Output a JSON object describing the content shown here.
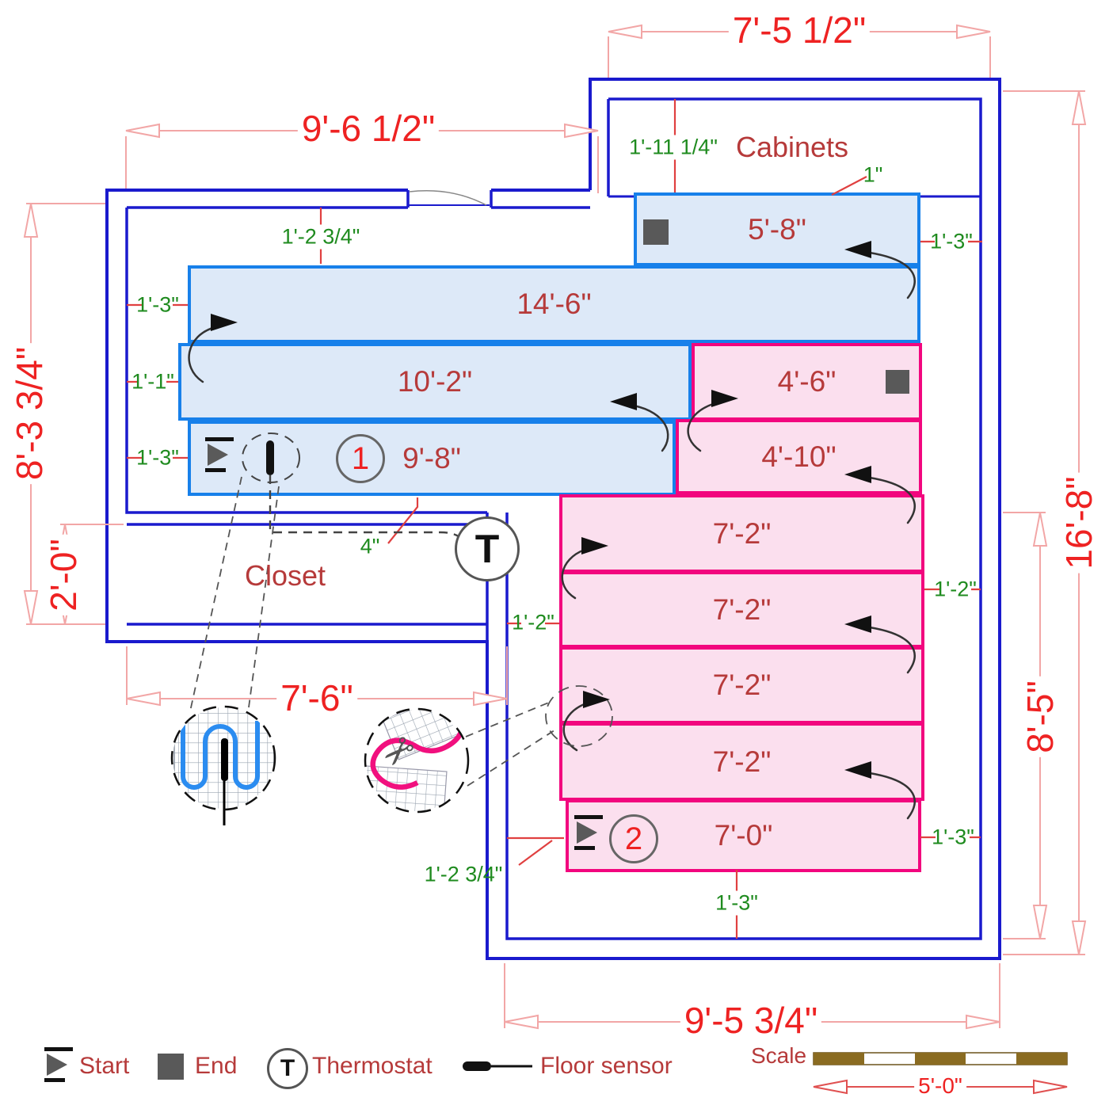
{
  "plan": {
    "cabinets_label": "Cabinets",
    "closet_label": "Closet",
    "zone1": {
      "number": "1",
      "mats": [
        "5'-8\"",
        "14'-6\"",
        "10'-2\"",
        "9'-8\""
      ]
    },
    "zone2": {
      "number": "2",
      "mats": [
        "4'-6\"",
        "4'-10\"",
        "7'-2\"",
        "7'-2\"",
        "7'-2\"",
        "7'-2\"",
        "7'-0\""
      ]
    }
  },
  "dims_red": {
    "cab_width": "7'-5 1/2\"",
    "room_width": "9'-6 1/2\"",
    "room_height": "8'-3 3/4\"",
    "closet_height": "2'-0\"",
    "closet_width": "7'-6\"",
    "total_height": "16'-8\"",
    "lower_height": "8'-5\"",
    "bottom_width": "9'-5 3/4\""
  },
  "dims_green": {
    "cabinet_depth": "1'-11 1/4\"",
    "mat_gap_cabinet": "1\"",
    "gap_right_top": "1'-3\"",
    "gap_left_b": "1'-3\"",
    "gap_left_c": "1'-1\"",
    "gap_left_d": "1'-3\"",
    "offset_top": "1'-2 3/4\"",
    "closet_gap": "4\"",
    "gap_right_ef": "1'-2\"",
    "gap_left_f": "1'-2\"",
    "offset_bottom_left": "1'-2 3/4\"",
    "gap_right_i": "1'-3\"",
    "gap_bottom": "1'-3\""
  },
  "legend": {
    "start": "Start",
    "end": "End",
    "thermostat": "Thermostat",
    "thermostat_symbol": "T",
    "floor_sensor": "Floor sensor"
  },
  "scale": {
    "label": "Scale",
    "length": "5'-0\""
  },
  "icons": {
    "scissors": "✂"
  },
  "colors": {
    "mat_blue_border": "#1780ea",
    "mat_blue_fill": "#dde9f8",
    "mat_pink_border": "#f2067e",
    "mat_pink_fill": "#fbdfee",
    "wall_blue": "#1a1acd",
    "dim_red": "#ee2222",
    "label_dark_red": "#b63a3a",
    "dim_green": "#1f8b1f",
    "scale_brown": "#8a6b21"
  }
}
